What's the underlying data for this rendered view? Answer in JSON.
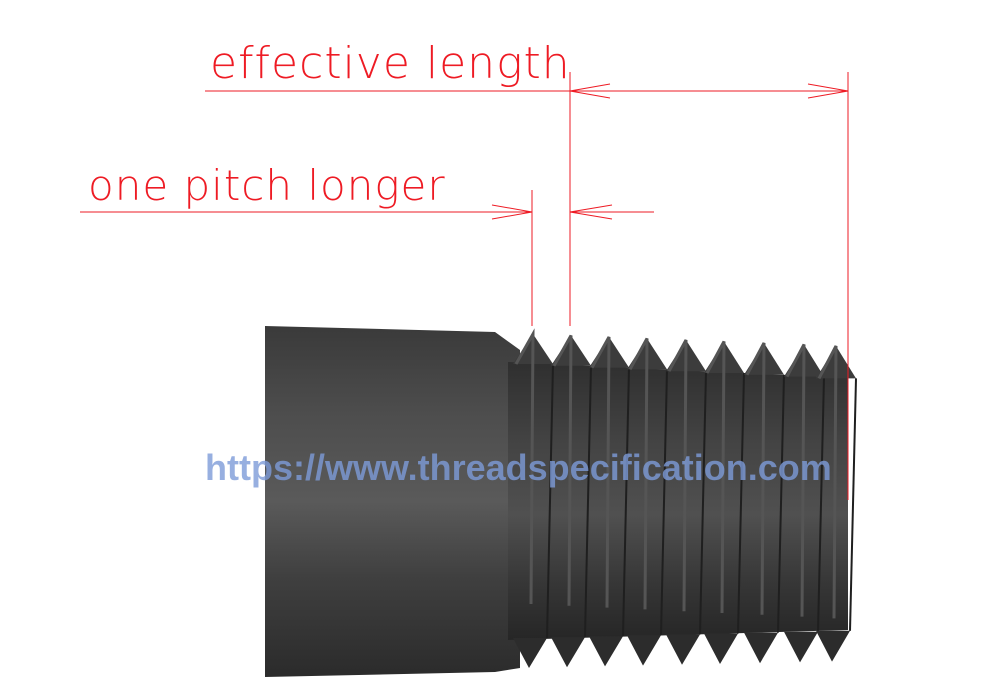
{
  "labels": {
    "effective_length": "effective length",
    "one_pitch_longer": "one pitch longer"
  },
  "watermark": "https://www.threadspecification.com",
  "colors": {
    "dimension_line": "#ee1b24",
    "watermark": "#7d9bd8",
    "part_body": "#4a4a4a",
    "thread_dark": "#2a2a2a"
  }
}
